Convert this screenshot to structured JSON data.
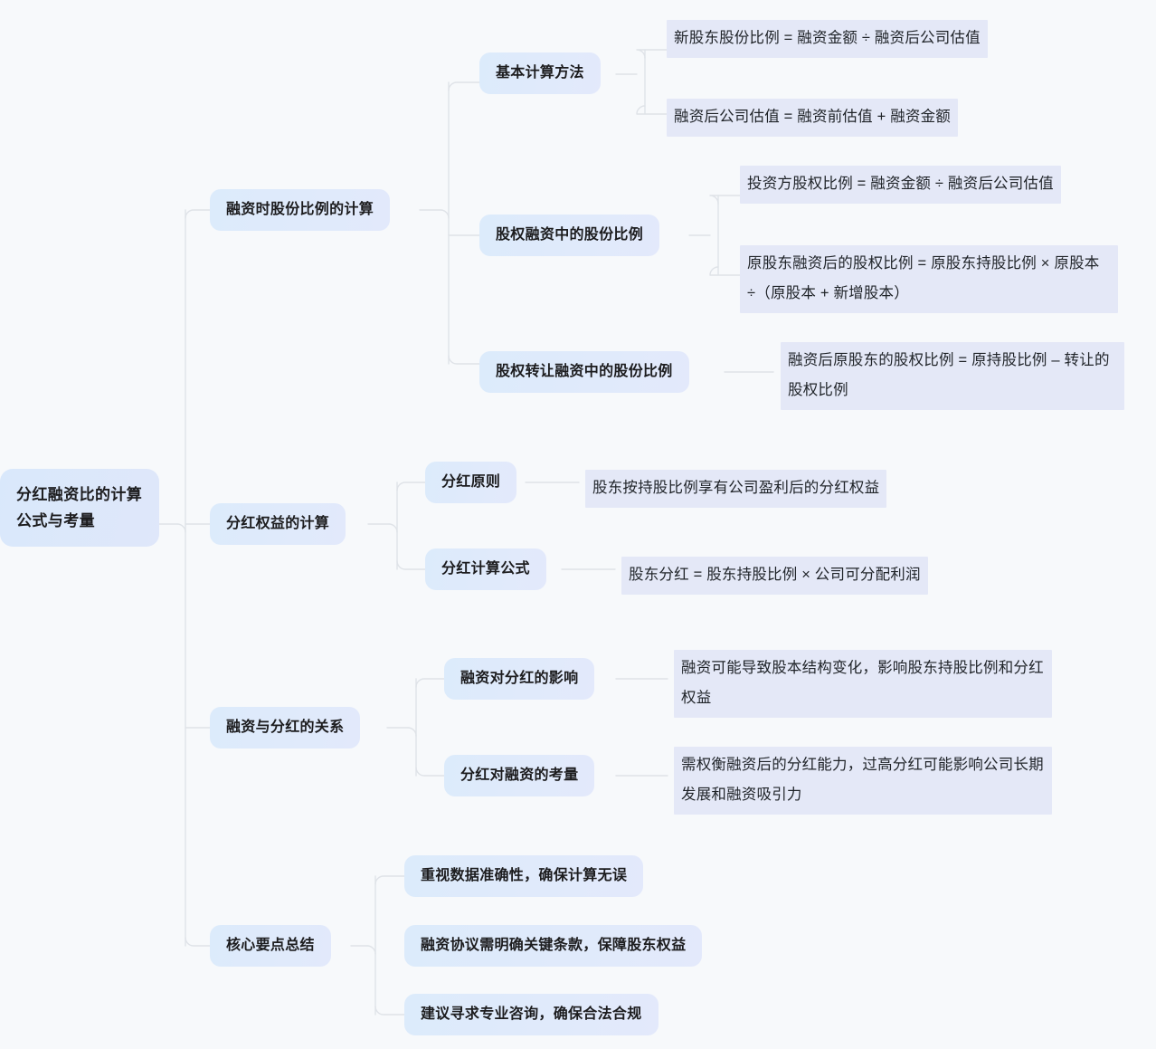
{
  "canvas": {
    "background": "#f7f9fb",
    "node_fill": "#dcebfb",
    "leaf_highlight": "#e4e8f7",
    "connector_color": "#dfe3e8",
    "text_color": "#1c1c1e"
  },
  "root": {
    "label": "分红融资比的计算公式与考量"
  },
  "branches": [
    {
      "label": "融资时股份比例的计算",
      "children": [
        {
          "label": "基本计算方法",
          "leaves": [
            "新股东股份比例 = 融资金额 ÷ 融资后公司估值",
            "融资后公司估值 = 融资前估值 + 融资金额"
          ]
        },
        {
          "label": "股权融资中的股份比例",
          "leaves": [
            "投资方股权比例 = 融资金额 ÷ 融资后公司估值",
            "原股东融资后的股权比例 = 原股东持股比例 × 原股本 ÷（原股本 + 新增股本）"
          ]
        },
        {
          "label": "股权转让融资中的股份比例",
          "leaves": [
            "融资后原股东的股权比例 = 原持股比例 – 转让的股权比例"
          ]
        }
      ]
    },
    {
      "label": "分红权益的计算",
      "children": [
        {
          "label": "分红原则",
          "leaves": [
            "股东按持股比例享有公司盈利后的分红权益"
          ]
        },
        {
          "label": "分红计算公式",
          "leaves": [
            "股东分红 = 股东持股比例 × 公司可分配利润"
          ]
        }
      ]
    },
    {
      "label": "融资与分红的关系",
      "children": [
        {
          "label": "融资对分红的影响",
          "leaves": [
            "融资可能导致股本结构变化，影响股东持股比例和分红权益"
          ]
        },
        {
          "label": "分红对融资的考量",
          "leaves": [
            "需权衡融资后的分红能力，过高分红可能影响公司长期发展和融资吸引力"
          ]
        }
      ]
    },
    {
      "label": "核心要点总结",
      "children": [
        {
          "label": "重视数据准确性，确保计算无误",
          "leaves": []
        },
        {
          "label": "融资协议需明确关键条款，保障股东权益",
          "leaves": []
        },
        {
          "label": "建议寻求专业咨询，确保合法合规",
          "leaves": []
        }
      ]
    }
  ]
}
